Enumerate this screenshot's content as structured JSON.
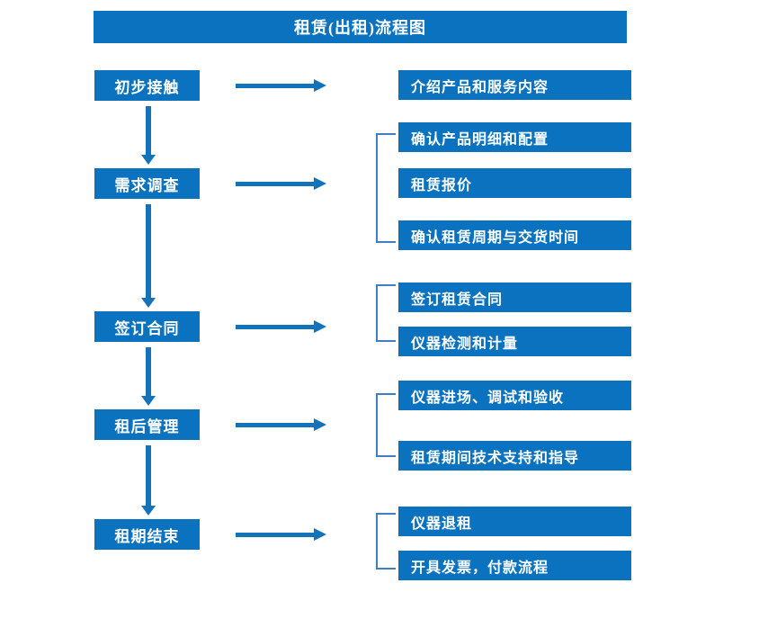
{
  "document": {
    "title": "租赁(出租)流程图",
    "accent_color": "#0b72c0",
    "arrow_color": "#1272ba",
    "bracket_color": "#3e7fc1",
    "text_color": "#ffffff",
    "background_color": "#ffffff"
  },
  "stages": [
    {
      "label": "初步接触"
    },
    {
      "label": "需求调查"
    },
    {
      "label": "签订合同"
    },
    {
      "label": "租后管理"
    },
    {
      "label": "租期结束"
    }
  ],
  "details": [
    {
      "label": "介绍产品和服务内容"
    },
    {
      "label": "确认产品明细和配置"
    },
    {
      "label": "租赁报价"
    },
    {
      "label": "确认租赁周期与交货时间"
    },
    {
      "label": "签订租赁合同"
    },
    {
      "label": "仪器检测和计量"
    },
    {
      "label": "仪器进场、调试和验收"
    },
    {
      "label": "租赁期间技术支持和指导"
    },
    {
      "label": "仪器退租"
    },
    {
      "label": "开具发票，付款流程"
    }
  ],
  "groups": [
    {
      "stage": "初步接触",
      "details": [
        "介绍产品和服务内容"
      ],
      "bracketed": false
    },
    {
      "stage": "需求调查",
      "details": [
        "确认产品明细和配置",
        "租赁报价",
        "确认租赁周期与交货时间"
      ],
      "bracketed": true
    },
    {
      "stage": "签订合同",
      "details": [
        "签订租赁合同",
        "仪器检测和计量"
      ],
      "bracketed": true
    },
    {
      "stage": "租后管理",
      "details": [
        "仪器进场、调试和验收",
        "租赁期间技术支持和指导"
      ],
      "bracketed": true
    },
    {
      "stage": "租期结束",
      "details": [
        "仪器退租",
        "开具发票，付款流程"
      ],
      "bracketed": true
    }
  ],
  "connectors": {
    "flow_arrows_vertical": 4,
    "link_arrows_horizontal": 5
  }
}
